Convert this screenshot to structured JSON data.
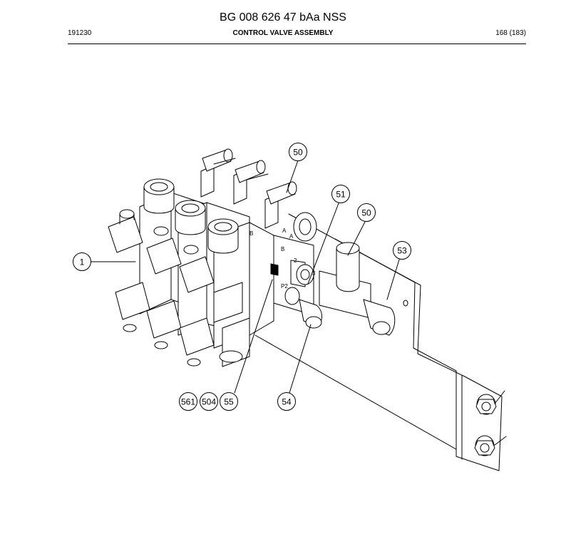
{
  "header": {
    "document_id": "BG 008 626 47 bAa NSS",
    "date_code": "191230",
    "section_title": "CONTROL VALVE ASSEMBLY",
    "page": "168 (183)"
  },
  "drawing": {
    "callouts": [
      "50",
      "51",
      "50",
      "53",
      "1",
      "561",
      "504",
      "55",
      "54"
    ],
    "port_marks": [
      "B",
      "A",
      "B",
      "A",
      "P2",
      "2",
      "3"
    ]
  }
}
